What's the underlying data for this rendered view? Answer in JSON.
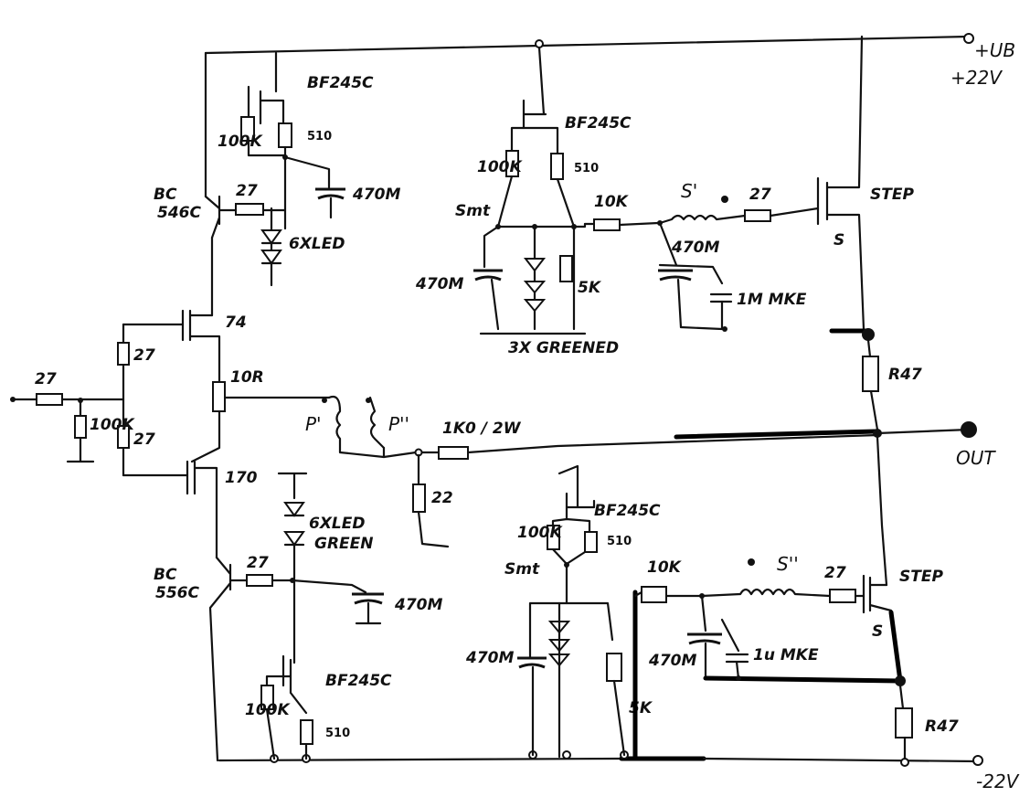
{
  "supply": {
    "pos": "+UB",
    "pos_v": "+22V",
    "neg": "-22V"
  },
  "output": "OUT",
  "input_res": "27",
  "input_shunt": "100K",
  "bias_res_top": "27",
  "bias_res_bot": "27",
  "driver_top": "74",
  "driver_bot": "170",
  "trim_pot": "10R",
  "bc_top": [
    "BC",
    "546C"
  ],
  "bc_bot": [
    "BC",
    "556C"
  ],
  "bf_label": "BF245C",
  "res_510": "510",
  "res_100k": "100K",
  "base_res": "27",
  "cap_470": "470M",
  "led_top": "6XLED",
  "led_bot": [
    "6XLED",
    "GREEN"
  ],
  "pot_p1": "P'",
  "pot_p2": "P''",
  "fb_res": "1K0 / 2W",
  "fb_shunt": "22",
  "three_green": "3X GREENED",
  "res_5k": "5K",
  "res_10k": "10K",
  "smt": "Smt",
  "coil_s1": "S'",
  "coil_s2": "S''",
  "gate_res": "27",
  "mkt_cap": "1M MKE",
  "mkt_cap2": "1u MKE",
  "step_top": "STEP",
  "step_bot": "STEP",
  "src_res_top": "R47",
  "src_res_bot": "R47",
  "src_s": "S"
}
